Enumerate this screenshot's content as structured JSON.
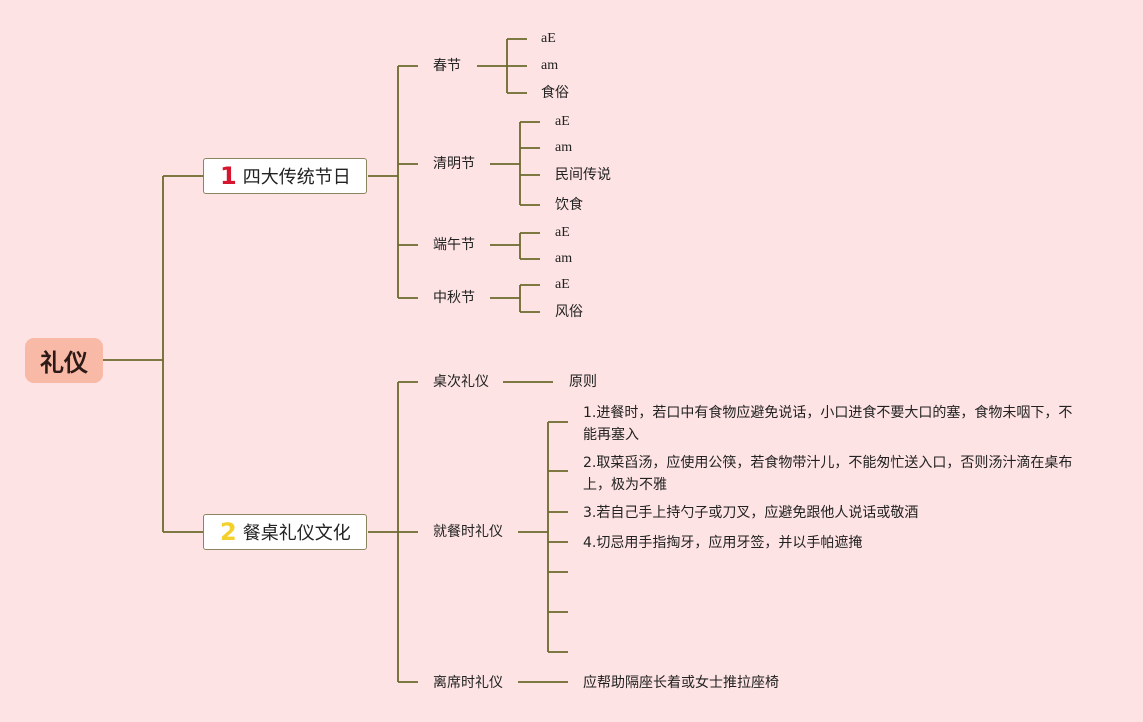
{
  "root": {
    "title": "礼仪"
  },
  "branch1": {
    "number": "1",
    "label": "四大传统节日",
    "number_color": "#d6162f",
    "festivals": [
      {
        "name": "春节",
        "children": [
          "aE",
          "am",
          "食俗"
        ]
      },
      {
        "name": "清明节",
        "children": [
          "aE",
          "am",
          "民间传说",
          "饮食"
        ]
      },
      {
        "name": "端午节",
        "children": [
          "aE",
          "am"
        ]
      },
      {
        "name": "中秋节",
        "children": [
          "aE",
          "风俗"
        ]
      }
    ]
  },
  "branch2": {
    "number": "2",
    "label": "餐桌礼仪文化",
    "number_color": "#f3d02a",
    "seating": {
      "name": "桌次礼仪",
      "child": "原则"
    },
    "dining": {
      "name": "就餐时礼仪",
      "tips": [
        {
          "line1": "1.进餐时，若口中有食物应避免说话，小口进食不要大口的塞，食物未咽下，不",
          "line2": "能再塞入"
        },
        {
          "line1": "2.取菜舀汤，应使用公筷，若食物带汁儿，不能匆忙送入口，否则汤汁滴在桌布",
          "line2": "上，极为不雅"
        },
        {
          "line1": "3.若自己手上持勺子或刀叉，应避免跟他人说话或敬酒"
        },
        {
          "line1": "4.切忌用手指掏牙，应用牙签，并以手帕遮掩"
        }
      ]
    },
    "leaving": {
      "name": "离席时礼仪",
      "child": "应帮助隔座长着或女士推拉座椅"
    }
  },
  "colors": {
    "background": "#fde3e3",
    "connector": "#6b6a2c",
    "root_fill": "#f8b9a6"
  }
}
